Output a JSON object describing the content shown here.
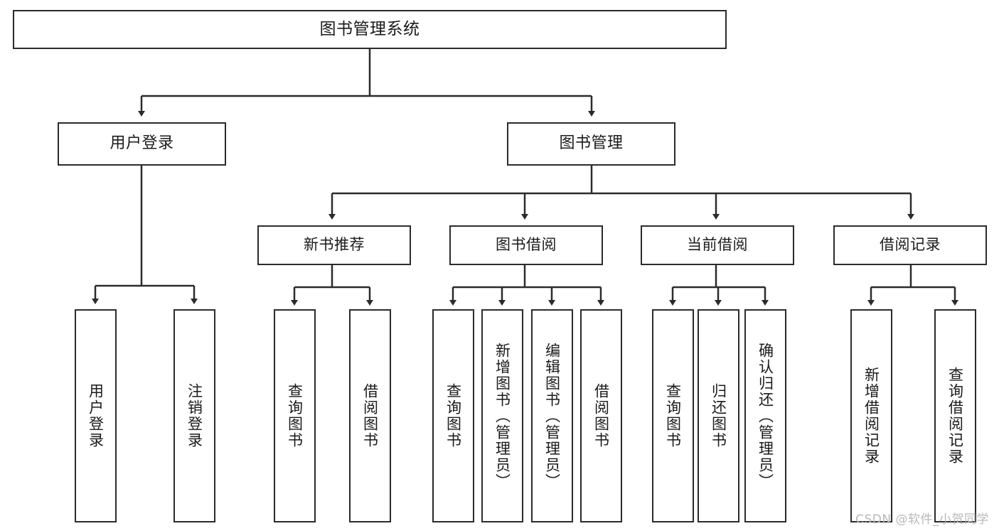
{
  "diagram": {
    "title": "图书管理系统",
    "watermark": "CSDN @软件_小贺同学",
    "line_color": "#2b2b2b",
    "box_fill": "#ffffff",
    "text_color": "#1a1a1a",
    "watermark_color": "#b8b8b8"
  },
  "nodes": {
    "root": {
      "label": "图书管理系统"
    },
    "level2": [
      {
        "label": "用户登录"
      },
      {
        "label": "图书管理"
      }
    ],
    "level3": [
      {
        "label": "新书推荐"
      },
      {
        "label": "图书借阅"
      },
      {
        "label": "当前借阅"
      },
      {
        "label": "借阅记录"
      }
    ],
    "leaves": {
      "user_login": [
        {
          "label": "用户登录"
        },
        {
          "label": "注销登录"
        }
      ],
      "new_book_recommend": [
        {
          "label": "查询图书"
        },
        {
          "label": "借阅图书"
        }
      ],
      "book_borrow": [
        {
          "label": "查询图书"
        },
        {
          "label": "新增图书（管理员）"
        },
        {
          "label": "编辑图书（管理员）"
        },
        {
          "label": "借阅图书"
        }
      ],
      "current_borrow": [
        {
          "label": "查询图书"
        },
        {
          "label": "归还图书"
        },
        {
          "label": "确认归还（管理员）"
        }
      ],
      "borrow_record": [
        {
          "label": "新增借阅记录"
        },
        {
          "label": "查询借阅记录"
        }
      ]
    }
  }
}
